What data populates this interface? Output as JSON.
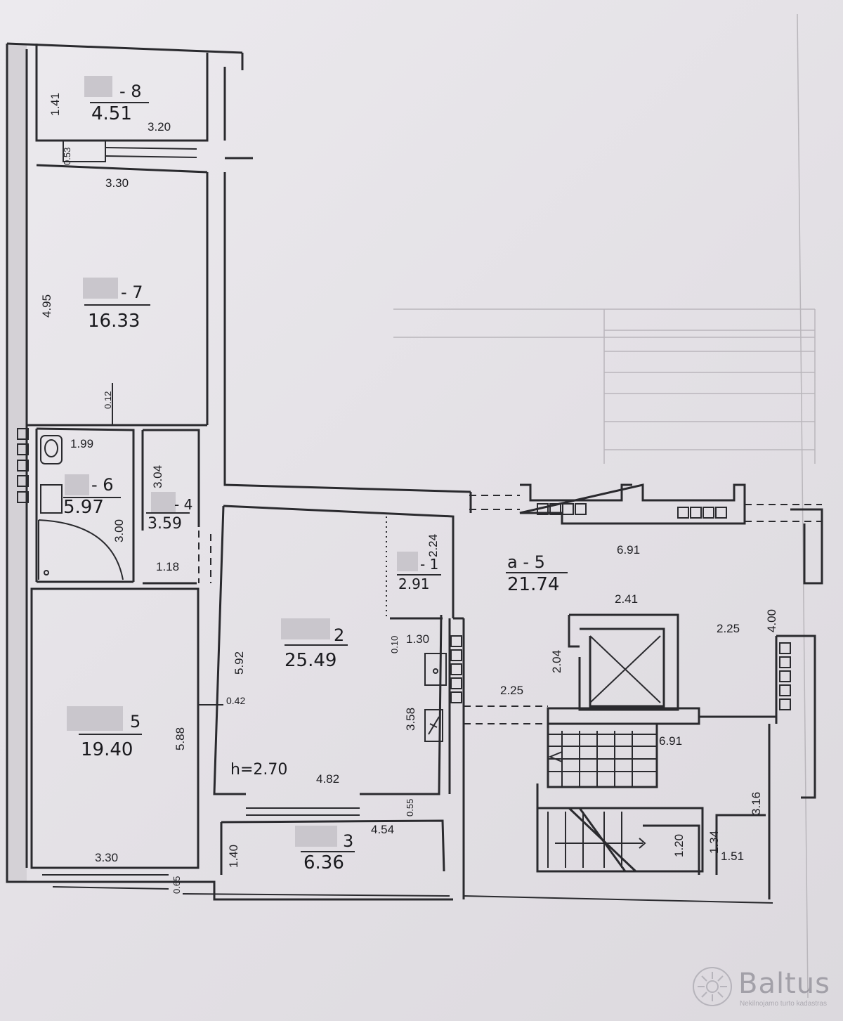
{
  "rooms": [
    {
      "code": "- 8",
      "area": "4.51"
    },
    {
      "code": "- 7",
      "area": "16.33"
    },
    {
      "code": "- 6",
      "area": "5.97"
    },
    {
      "code": "- 4",
      "area": "3.59"
    },
    {
      "code": "- 1",
      "area": "2.91"
    },
    {
      "code": "2",
      "area": "25.49"
    },
    {
      "code": "5",
      "area": "19.40"
    },
    {
      "code": "3",
      "area": "6.36"
    },
    {
      "code": "a - 5",
      "area": "21.74"
    }
  ],
  "ceiling_height": "h=2.70",
  "dimensions": {
    "d141": "1.41",
    "d320": "3.20",
    "d053": "0.53",
    "d330a": "3.30",
    "d495": "4.95",
    "d012": "0.12",
    "d199": "1.99",
    "d304": "3.04",
    "d300": "3.00",
    "d118": "1.18",
    "d224": "2.24",
    "d592": "5.92",
    "d042": "0.42",
    "d588": "5.88",
    "d010": "0.10",
    "d130": "1.30",
    "d358": "3.58",
    "d482": "4.82",
    "d055": "0.55",
    "d454": "4.54",
    "d140": "1.40",
    "d330b": "3.30",
    "d065": "0.65",
    "d691a": "6.91",
    "d241": "2.41",
    "d225a": "2.25",
    "d400": "4.00",
    "d204": "2.04",
    "d225b": "2.25",
    "d691b": "6.91",
    "d316": "3.16",
    "d120": "1.20",
    "d134": "1.34",
    "d151": "1.51"
  },
  "watermark": {
    "brand": "Baltus",
    "tagline": "Nekilnojamo turto kadastras"
  },
  "colors": {
    "ink": "#2a2a2e",
    "paper": "#e8e6ea",
    "watermark": "#9a98a0"
  }
}
